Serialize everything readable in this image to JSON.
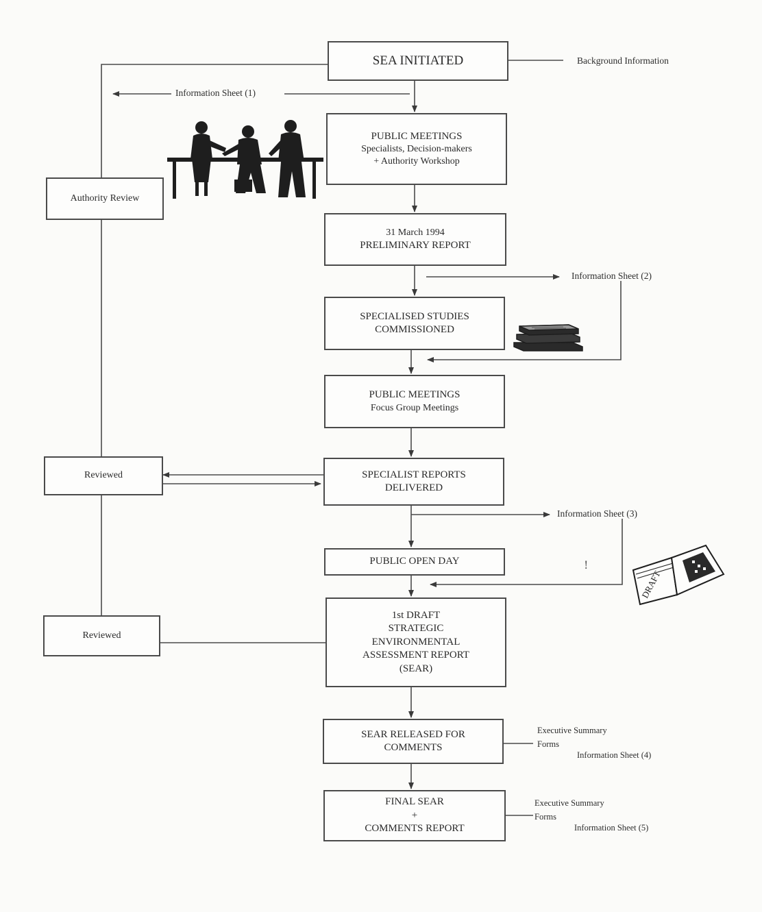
{
  "flow": {
    "sea_initiated": "SEA INITIATED",
    "public_meetings_1": {
      "title": "PUBLIC MEETINGS",
      "line2": "Specialists, Decision-makers",
      "line3": "+ Authority Workshop"
    },
    "preliminary_report": {
      "line1": "31 March 1994",
      "line2": "PRELIMINARY REPORT"
    },
    "specialised_studies": {
      "line1": "SPECIALISED STUDIES",
      "line2": "COMMISSIONED"
    },
    "public_meetings_2": {
      "title": "PUBLIC MEETINGS",
      "line2": "Focus Group Meetings"
    },
    "specialist_reports": {
      "line1": "SPECIALIST REPORTS",
      "line2": "DELIVERED"
    },
    "public_open_day": "PUBLIC OPEN DAY",
    "first_draft": {
      "line1": "1st DRAFT",
      "line2": "STRATEGIC",
      "line3": "ENVIRONMENTAL",
      "line4": "ASSESSMENT REPORT",
      "line5": "(SEAR)"
    },
    "sear_released": {
      "line1": "SEAR RELEASED FOR",
      "line2": "COMMENTS"
    },
    "final_sear": {
      "line1": "FINAL SEAR",
      "line2": "+",
      "line3": "COMMENTS REPORT"
    }
  },
  "side": {
    "authority_review": "Authority Review",
    "reviewed_1": "Reviewed",
    "reviewed_2": "Reviewed"
  },
  "labels": {
    "background_information": "Background Information",
    "info_sheet_1": "Information Sheet (1)",
    "info_sheet_2": "Information Sheet (2)",
    "info_sheet_3": "Information Sheet (3)",
    "exec_summary_1": "Executive Summary",
    "forms_1": "Forms",
    "info_sheet_4": "Information Sheet (4)",
    "exec_summary_2": "Executive Summary",
    "forms_2": "Forms",
    "info_sheet_5": "Information Sheet (5)",
    "draft_stamp": "DRAFT"
  },
  "icons": {
    "meeting": "meeting-people-illustration",
    "books": "books-stack-icon",
    "draft_book": "open-draft-book-icon"
  }
}
